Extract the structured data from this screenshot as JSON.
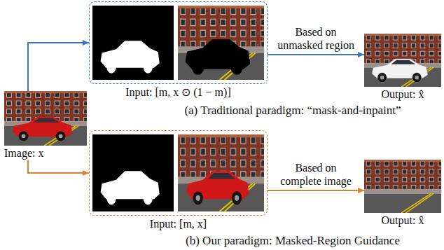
{
  "diagram": {
    "nodes": [
      {
        "text": [
          "Image: x"
        ]
      },
      {
        "text": [
          "Input: [m, x ⊙ (1 − m)]"
        ]
      },
      {
        "text": [
          "Output: x̂"
        ]
      },
      {
        "text": [
          "Input: [m, x]"
        ]
      },
      {
        "text": [
          "Output: x̂"
        ]
      }
    ],
    "edges": [
      {
        "from": 0,
        "to": 1,
        "arrow": "to"
      },
      {
        "from": 1,
        "to": 2,
        "label": "Based on unmasked region",
        "arrow": "to"
      },
      {
        "from": 0,
        "to": 3,
        "arrow": "to"
      },
      {
        "from": 3,
        "to": 4,
        "label": "Based on complete image",
        "arrow": "to"
      }
    ],
    "labels": [
      "(a) Traditional paradigm: “mask-and-inpaint”",
      "(b) Our paradigm: Masked-Region Guidance"
    ]
  }
}
